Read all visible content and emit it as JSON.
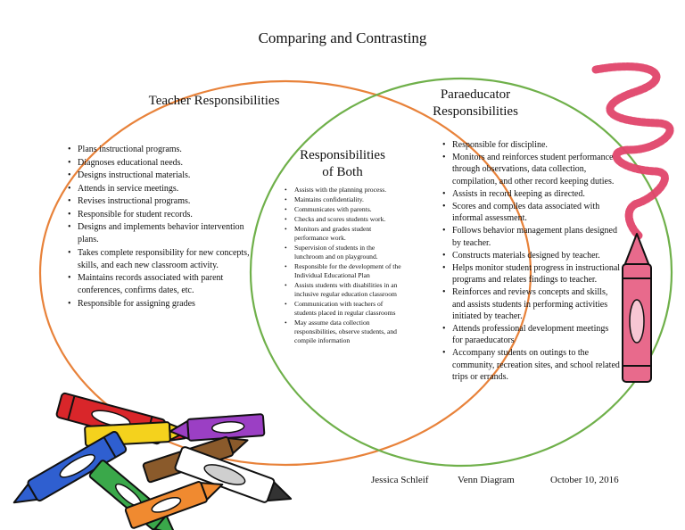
{
  "title": "Comparing and Contrasting",
  "teacher": {
    "heading": "Teacher Responsibilities",
    "items": [
      "Plans instructional programs.",
      "Diagnoses educational needs.",
      "Designs instructional materials.",
      "Attends in service meetings.",
      "Revises instructional programs.",
      "Responsible for student records.",
      "Designs and implements behavior intervention plans.",
      "Takes complete responsibility for new concepts, skills, and each new classroom activity.",
      "Maintains records associated with parent conferences, confirms dates, etc.",
      "Responsible for assigning grades"
    ]
  },
  "both": {
    "heading_line1": "Responsibilities",
    "heading_line2": "of Both",
    "items": [
      "Assists with the planning process.",
      "Maintains confidentiality.",
      "Communicates with parents.",
      "Checks and scores students work.",
      "Monitors and grades student performance work.",
      "Supervision of students in the lunchroom and on playground.",
      "Responsible for the development of the Individual Educational Plan",
      "Assists students with disabilities in an inclusive regular education classroom",
      "Communication with teachers of students placed in regular classrooms",
      "May assume data collection responsibilities, observe students, and compile information"
    ]
  },
  "para": {
    "heading_line1": "Paraeducator",
    "heading_line2": "Responsibilities",
    "items": [
      "Responsible for discipline.",
      "Monitors and reinforces student performance through observations, data collection, compilation, and other record keeping duties.",
      "Assists in record keeping as directed.",
      "Scores and compiles data associated with informal assessment.",
      "Follows behavior management plans designed by teacher.",
      "Constructs materials designed by teacher.",
      "Helps monitor student progress in instructional programs and relates findings to teacher.",
      "Reinforces and reviews concepts and skills, and assists students in performing activities initiated by teacher.",
      "Attends professional development meetings for paraeducators",
      "Accompany students on outings to the community, recreation sites, and school related trips or errands."
    ]
  },
  "footer": {
    "author": "Jessica Schleif",
    "doc_type": "Venn Diagram",
    "date": "October 10, 2016"
  },
  "colors": {
    "left_circle": "#e8823a",
    "right_circle": "#6fb04a",
    "crayon_red": "#d9262a",
    "crayon_purple": "#9b3fc4",
    "crayon_yellow": "#f4d21d",
    "crayon_blue": "#2f5fd0",
    "crayon_green": "#3aa84a",
    "crayon_brown": "#8a5a2b",
    "crayon_orange": "#f08a30",
    "crayon_gray": "#9a9a9a",
    "crayon_pink": "#e86a8c"
  }
}
